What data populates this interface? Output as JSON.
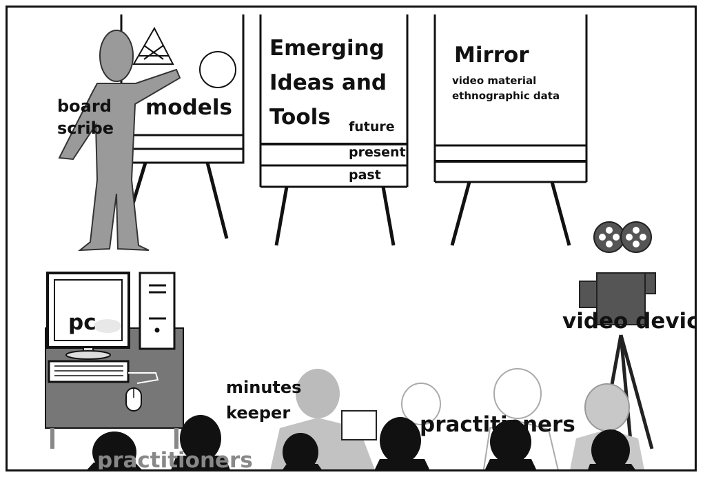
{
  "labels": {
    "board_scribe_1": "board",
    "board_scribe_2": "scribe",
    "models": "models",
    "emerging_1": "Emerging",
    "emerging_2": "Ideas and",
    "emerging_3": "Tools",
    "future": "future",
    "present": "present",
    "past": "past",
    "mirror": "Mirror",
    "mirror_sub_1": "video material",
    "mirror_sub_2": "ethnographic data",
    "pc": "pc",
    "video_device": "video device",
    "minutes_1": "minutes",
    "minutes_2": "keeper",
    "practitioners_right": "practitioners",
    "practitioners_left": "practitioners"
  }
}
